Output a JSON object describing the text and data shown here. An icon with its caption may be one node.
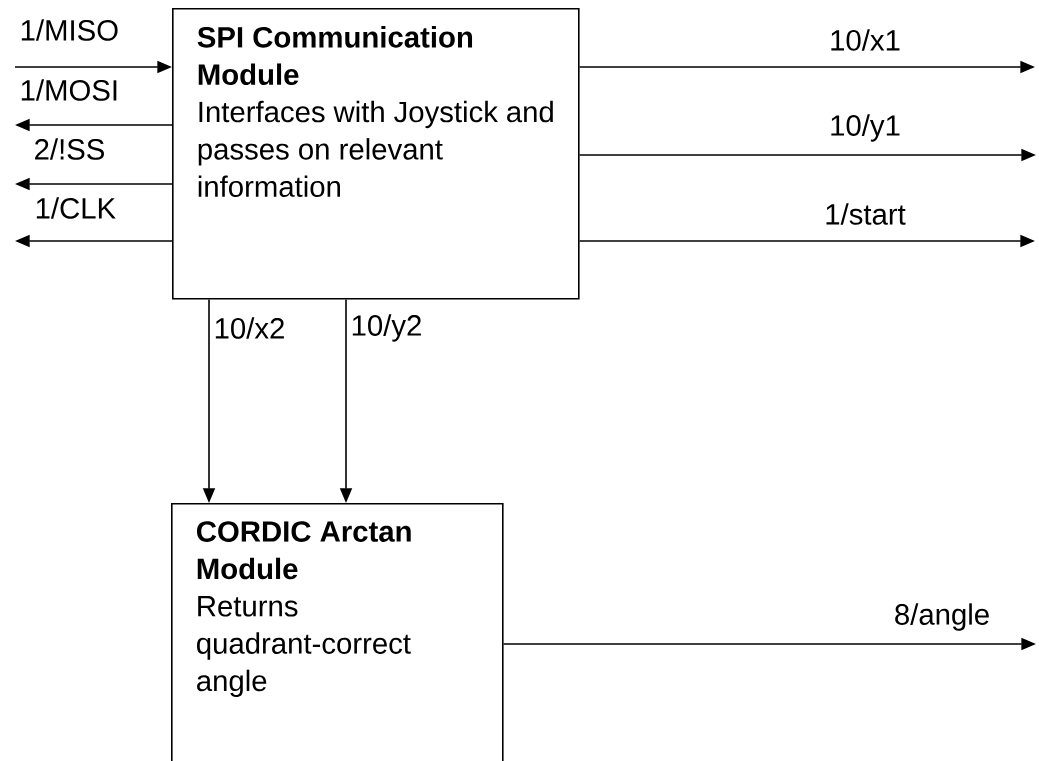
{
  "diagram": {
    "nodes": [
      {
        "text": [
          "SPI Communication Module",
          "Interfaces with Joystick and passes on relevant information"
        ]
      },
      {
        "text": [
          "CORDIC Arctan Module",
          "Returns quadrant-correct angle"
        ]
      }
    ],
    "edges": [
      {
        "from": null,
        "to": 0,
        "arrow": "to",
        "label": "1/MISO"
      },
      {
        "from": 0,
        "to": null,
        "arrow": "to",
        "label": "1/MOSI"
      },
      {
        "from": 0,
        "to": null,
        "arrow": "to",
        "label": "2/!SS"
      },
      {
        "from": 0,
        "to": null,
        "arrow": "to",
        "label": "1/CLK"
      },
      {
        "from": 0,
        "to": null,
        "arrow": "to",
        "label": "10/x1"
      },
      {
        "from": 0,
        "to": null,
        "arrow": "to",
        "label": "10/y1"
      },
      {
        "from": 0,
        "to": null,
        "arrow": "to",
        "label": "1/start"
      },
      {
        "from": 0,
        "to": 1,
        "arrow": "to",
        "label": "10/x2"
      },
      {
        "from": 0,
        "to": 1,
        "arrow": "to",
        "label": "10/y2"
      },
      {
        "from": 1,
        "to": null,
        "arrow": "to",
        "label": "8/angle"
      }
    ]
  }
}
